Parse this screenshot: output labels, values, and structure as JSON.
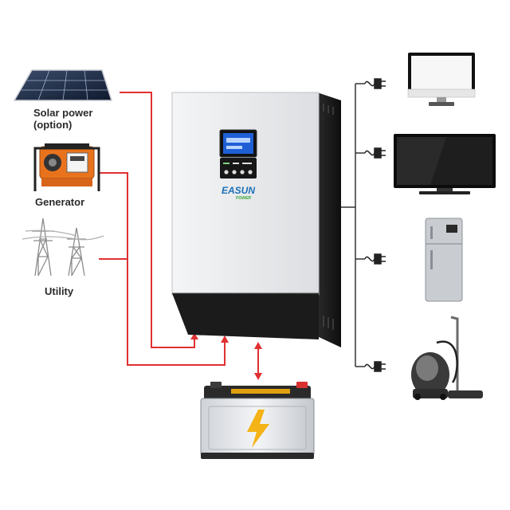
{
  "sources": {
    "solar_label_line1": "Solar power",
    "solar_label_line2": "(option)",
    "generator_label": "Generator",
    "utility_label": "Utility"
  },
  "inverter": {
    "brand_main": "EASUN",
    "brand_sub": "POWER"
  },
  "colors": {
    "wire": "#e03030",
    "load_line": "#333333",
    "inverter_body": "#e9eaec",
    "inverter_dark": "#1b1b1b",
    "lcd": "#1f5fd6",
    "brand_blue": "#1d6fb8",
    "brand_green": "#3aa63a",
    "battery_bolt": "#f4b316"
  },
  "loads": [
    "monitor-icon",
    "tv-icon",
    "refrigerator-icon",
    "vacuum-cleaner-icon"
  ]
}
